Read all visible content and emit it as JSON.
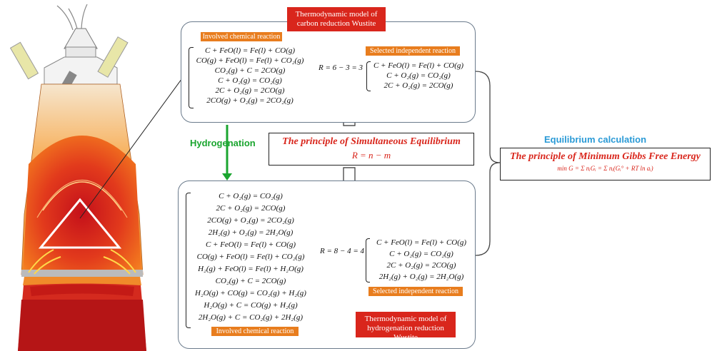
{
  "carbon_panel": {
    "title": "Thermodynamic model of carbon reduction Wustite",
    "involved_label": "Involved chemical reaction",
    "reactions": [
      "C + FeO(l) = Fe(l) + CO(g)",
      "CO(g) + FeO(l) = Fe(l) + CO₂(g)",
      "CO₂(g) + C = 2CO(g)",
      "C + O₂(g) = CO₂(g)",
      "2C + O₂(g) = 2CO(g)",
      "2CO(g) + O₂(g) = 2CO₂(g)"
    ],
    "r_formula": "R = 6 − 3 = 3",
    "selected_label": "Selected independent reaction",
    "selected": [
      "C + FeO(l) = Fe(l) + CO(g)",
      "C + O₂(g) = CO₂(g)",
      "2C + O₂(g) = 2CO(g)"
    ]
  },
  "hydrogenation_label": "Hydrogenation",
  "simultaneous": {
    "title": "The principle of Simultaneous Equilibrium",
    "formula": "R = n − m"
  },
  "equilibrium": {
    "heading": "Equilibrium calculation",
    "title": "The principle of Minimum Gibbs Free Energy",
    "formula": "min G = Σ nᵢGᵢ = Σ nᵢ(Gᵢ° + RT ln aᵢ)"
  },
  "hydrogen_panel": {
    "title": "Thermodynamic model of hydrogenation reduction Wustite",
    "involved_label": "Involved chemical reaction",
    "reactions": [
      "C + O₂(g) = CO₂(g)",
      "2C + O₂(g) = 2CO(g)",
      "2CO(g) + O₂(g) = 2CO₂(g)",
      "2H₂(g) + O₂(g) = 2H₂O(g)",
      "C + FeO(l) = Fe(l) + CO(g)",
      "CO(g) + FeO(l) = Fe(l) + CO₂(g)",
      "H₂(g) + FeO(l) = Fe(l) + H₂O(g)",
      "CO₂(g) + C = 2CO(g)",
      "H₂O(g) + CO(g) = CO₂(g) + H₂(g)",
      "H₂O(g) + C = CO(g) + H₂(g)",
      "2H₂O(g) + C = CO₂(g) + 2H₂(g)"
    ],
    "r_formula": "R = 8 − 4 = 4",
    "selected_label": "Selected independent reaction",
    "selected": [
      "C + FeO(l) = Fe(l) + CO(g)",
      "C + O₂(g) = CO₂(g)",
      "2C + O₂(g) = 2CO(g)",
      "2H₂(g) + O₂(g) = 2H₂O(g)"
    ]
  },
  "colors": {
    "red": "#d9261c",
    "orange": "#e87d1e",
    "green": "#1aa52f",
    "blue": "#2a9ad6",
    "panel_border": "#6b7b8c"
  }
}
